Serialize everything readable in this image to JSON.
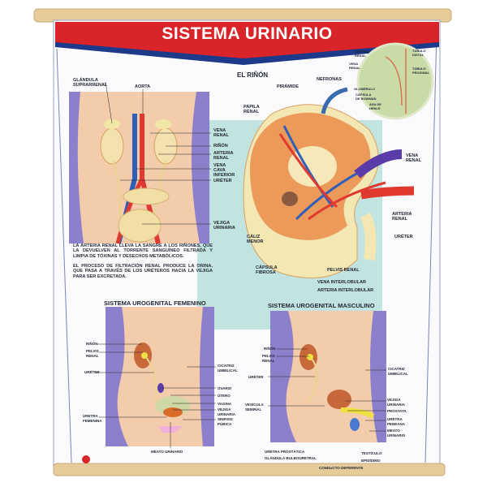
{
  "title": "SISTEMA URINARIO",
  "colors": {
    "banner": "#d9242a",
    "banner_stripe": "#1d3a8a",
    "teal": "#c2e4e0",
    "skin": "#f3ccab",
    "purple": "#8c80cc",
    "wood": "#e6cc9a"
  },
  "urinary": {
    "labels": [
      "GLÁNDULA\nSUPRARRENAL",
      "AORTA",
      "VENA\nRENAL",
      "RIÑÓN",
      "ARTERIA\nRENAL",
      "VENA\nCAVA\nINFERIOR",
      "URÉTER",
      "VEJIGA\nURINARIA"
    ],
    "paragraphs": [
      "LA ARTERIA RENAL LLEVA LA SANGRE A LOS RIÑONES, QUE LA DEVUELVEN AL TORRENTE SANGUÍNEO FILTRADA Y LIMPIA DE TÓXINAS Y DESECHOS METABÓLICOS.",
      "EL PROCESO DE FILTRACIÓN RENAL PRODUCE LA ORINA, QUE PASA A TRAVÉS DE LOS URÉTEROS HACIA LA VEJIGA PARA SER EXCRETADA."
    ]
  },
  "kidney": {
    "title": "EL RIÑÓN",
    "labels": [
      "PIRÁMIDE",
      "PAPILA\nRENAL",
      "NEFRONAS",
      "VENA\nRENAL",
      "ARTERIA\nRENAL",
      "URÉTER",
      "CÁLIZ\nMENOR",
      "CÁPSULA\nFIBROSA",
      "PELVIS RENAL",
      "VENA INTERLOBULAR",
      "ARTERIA INTERLOBULAR"
    ],
    "nephron_labels": [
      "ARTERIA\nRENAL",
      "VENA\nRENAL",
      "GLOMÉRULO",
      "CÁPSULA\nDE BOWMAN",
      "ASA DE\nHENLE",
      "TÚBULO\nDISTAL",
      "TÚBULO\nPROXIMAL"
    ]
  },
  "female": {
    "title": "SISTEMA UROGENITAL FEMENINO",
    "labels": [
      "RIÑÓN",
      "PELVIS\nRENAL",
      "URÉTER",
      "URETRA\nFEMENINA",
      "CICATRIZ\nUMBILICAL",
      "OVARIO",
      "ÚTERO",
      "VAGINA",
      "VEJIGA\nURINARIA",
      "SINFISIS\nPÚBICA",
      "MEATO URINARIO"
    ]
  },
  "male": {
    "title": "SISTEMA UROGENITAL MASCULINO",
    "labels": [
      "RIÑÓN",
      "PELVIS\nRENAL",
      "URÉTER",
      "VESÍCULA\nSEMINAL",
      "CICATRIZ\nUMBILICAL",
      "VEJIGA\nURINARIA",
      "PRÓSTATA",
      "URETRA\nPENEANA",
      "MEATO\nURINARIO",
      "URETRA PROSTÁTICA",
      "GLÁNDULA BULBOURETRAL",
      "CONDUCTO DEFERENTE",
      "TESTÍCULO",
      "EPIDÍDIMO"
    ]
  }
}
